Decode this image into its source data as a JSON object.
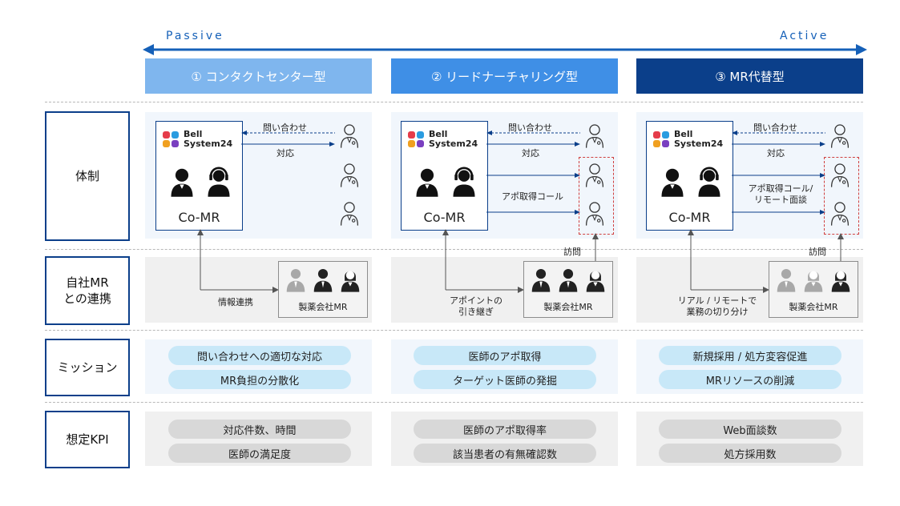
{
  "axis": {
    "left": "Passive",
    "right": "Active"
  },
  "types": [
    {
      "label": "① コンタクトセンター型",
      "color": "#7fb6ee"
    },
    {
      "label": "② リードナーチャリング型",
      "color": "#3f8fe6"
    },
    {
      "label": "③ MR代替型",
      "color": "#0b3f8a"
    }
  ],
  "rows": {
    "structure": "体制",
    "mr_link": "自社MR\nとの連携",
    "mission": "ミッション",
    "kpi": "想定KPI"
  },
  "logo": {
    "line1": "Bell",
    "line2": "System24"
  },
  "co_mr": "Co-MR",
  "labels": {
    "inquiry": "問い合わせ",
    "response": "対応",
    "appointment_call": "アポ取得コール",
    "appointment_call_remote": "アポ取得コール/\nリモート面談",
    "visit": "訪問",
    "info_link": "情報連携",
    "handover": "アポイントの\n引き継ぎ",
    "split": "リアル / リモートで\n業務の切り分け",
    "pharma_mr": "製薬会社MR"
  },
  "missions": [
    [
      "問い合わせへの適切な対応",
      "MR負担の分散化"
    ],
    [
      "医師のアポ取得",
      "ターゲット医師の発掘"
    ],
    [
      "新規採用 / 処方変容促進",
      "MRリソースの削減"
    ]
  ],
  "kpis": [
    [
      "対応件数、時間",
      "医師の満足度"
    ],
    [
      "医師のアポ取得率",
      "該当患者の有無確認数"
    ],
    [
      "Web面談数",
      "処方採用数"
    ]
  ],
  "colors": {
    "navy": "#0b3f8a",
    "arrow": "#1560b8",
    "pill_blue": "#c8e8f8",
    "pill_grey": "#d8d8d8"
  }
}
